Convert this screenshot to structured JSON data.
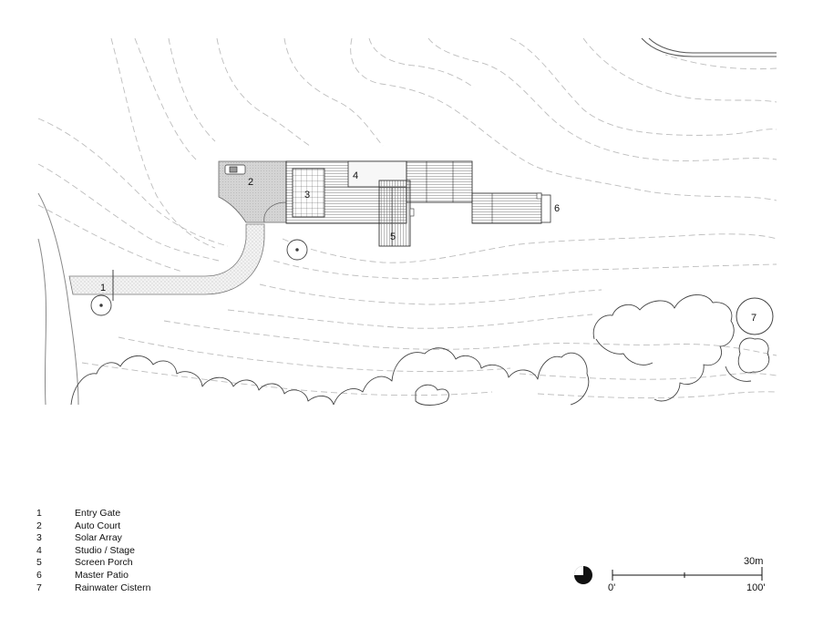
{
  "site_plan": {
    "callouts": [
      {
        "number": "1",
        "label": "Entry Gate"
      },
      {
        "number": "2",
        "label": "Auto Court"
      },
      {
        "number": "3",
        "label": "Solar Array"
      },
      {
        "number": "4",
        "label": "Studio / Stage"
      },
      {
        "number": "5",
        "label": "Screen Porch"
      },
      {
        "number": "6",
        "label": "Master Patio"
      },
      {
        "number": "7",
        "label": "Rainwater Cistern"
      }
    ]
  },
  "scale_bar": {
    "metric_label": "30m",
    "start_label": "0'",
    "end_label": "100'"
  },
  "icons": {
    "north_arrow": "north-arrow-icon"
  }
}
